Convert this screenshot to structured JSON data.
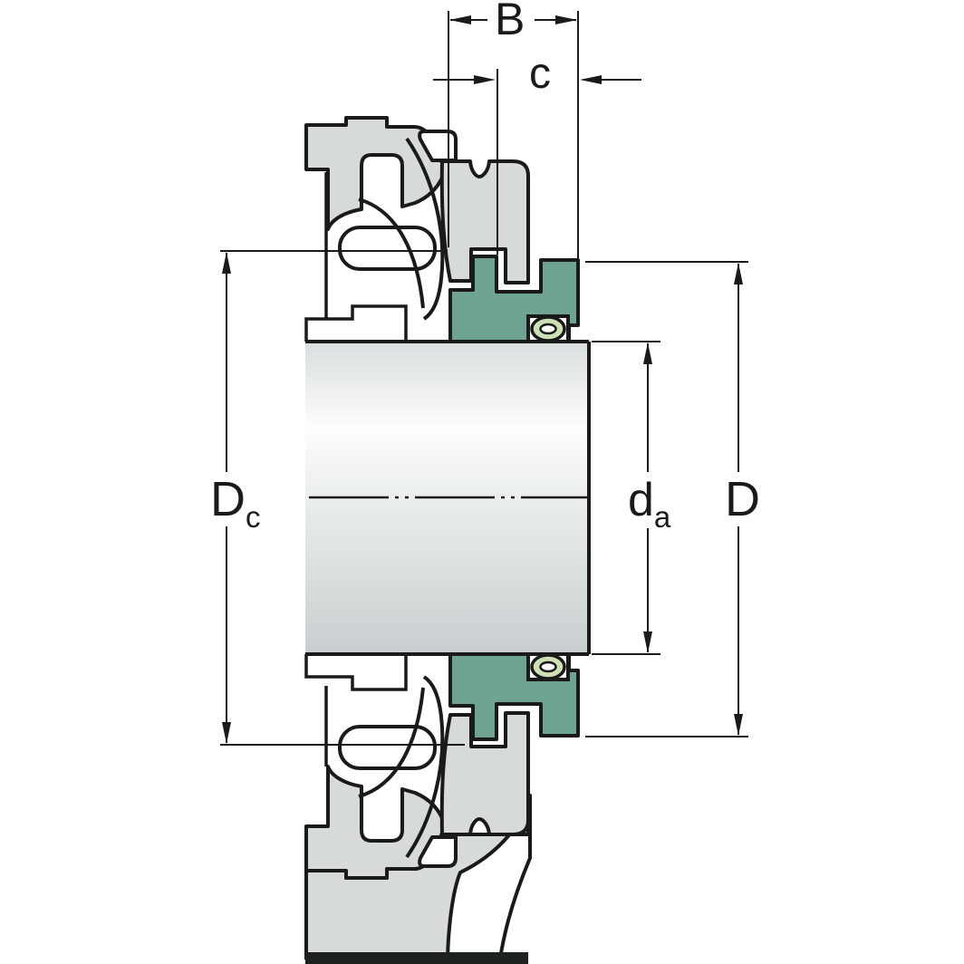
{
  "drawing": {
    "type": "bearing-unit-cross-section",
    "description": "Sectioned plummer block bearing unit: housing, insert bearing, green eccentric locking collar with set screws, shaft and dimension callouts"
  },
  "labels": {
    "b": "B",
    "c": "c",
    "dc_main": "D",
    "dc_sub": "c",
    "da_main": "d",
    "da_sub": "a",
    "d": "D"
  },
  "colors": {
    "background": "#FFFFFF",
    "housing_gray": "#D7DADB",
    "collar_green": "#6FA493",
    "set_screw_ring_green": "#CDE0B4",
    "set_screw_core": "#FBFCF7",
    "shaft_gray_edge": "#D9DEDF",
    "shaft_highlight": "#FFFFFF",
    "base_plate_dark": "#1D2122",
    "line_black": "#1A1A1A"
  }
}
